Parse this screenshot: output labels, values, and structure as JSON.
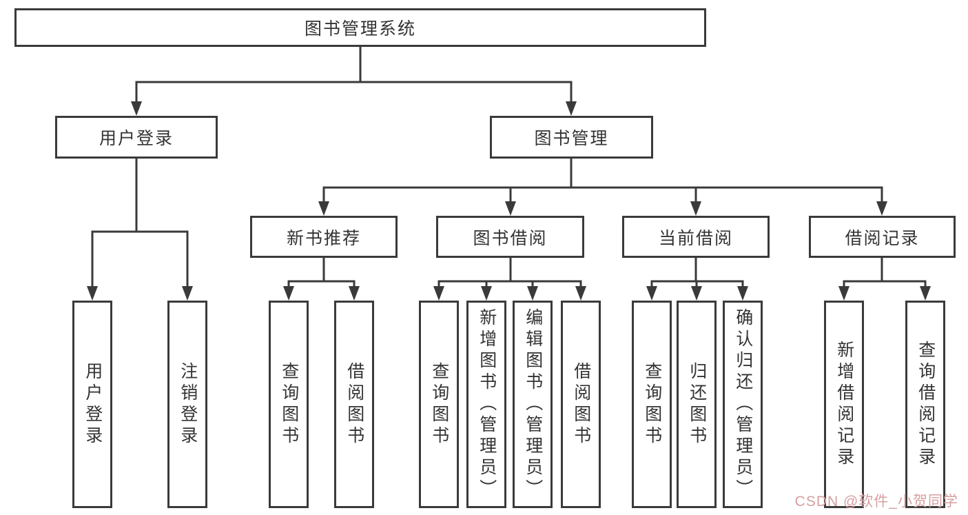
{
  "diagram": {
    "title_node": {
      "label": "图书管理系统"
    },
    "level2": {
      "user_login": {
        "label": "用户登录"
      },
      "book_mgmt": {
        "label": "图书管理"
      }
    },
    "level3": {
      "new_books": {
        "label": "新书推荐"
      },
      "book_borrow": {
        "label": "图书借阅"
      },
      "current_borrow": {
        "label": "当前借阅"
      },
      "borrow_records": {
        "label": "借阅记录"
      }
    },
    "leaves": {
      "login": {
        "label": "用户登录"
      },
      "logout": {
        "label": "注销登录"
      },
      "nb_query": {
        "label": "查询图书"
      },
      "nb_borrow": {
        "label": "借阅图书"
      },
      "bb_query": {
        "label": "查询图书"
      },
      "bb_add": {
        "label": "新增图书（管理员）"
      },
      "bb_edit": {
        "label": "编辑图书（管理员）"
      },
      "bb_borrow": {
        "label": "借阅图书"
      },
      "cb_query": {
        "label": "查询图书"
      },
      "cb_return": {
        "label": "归还图书"
      },
      "cb_confirm": {
        "label": "确认归还（管理员）"
      },
      "br_add": {
        "label": "新增借阅记录"
      },
      "br_query": {
        "label": "查询借阅记录"
      }
    }
  },
  "watermark": {
    "text": "CSDN @软件_小贺同学"
  },
  "colors": {
    "line": "#3a3a3a",
    "node_border": "#3a3a3a",
    "node_fill": "#ffffff",
    "text": "#333333",
    "watermark": "#d79f9f",
    "background": "#ffffff"
  }
}
